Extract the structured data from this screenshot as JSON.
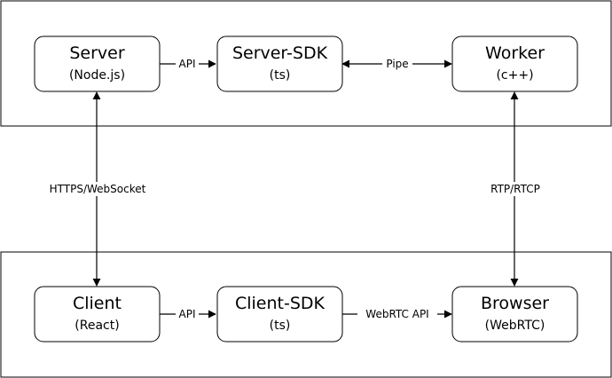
{
  "nodes": {
    "server": {
      "title": "Server",
      "subtitle": "(Node.js)"
    },
    "server_sdk": {
      "title": "Server-SDK",
      "subtitle": "(ts)"
    },
    "worker": {
      "title": "Worker",
      "subtitle": "(c++)"
    },
    "client": {
      "title": "Client",
      "subtitle": "(React)"
    },
    "client_sdk": {
      "title": "Client-SDK",
      "subtitle": "(ts)"
    },
    "browser": {
      "title": "Browser",
      "subtitle": "(WebRTC)"
    }
  },
  "edges": {
    "server_to_server_sdk": "API",
    "server_sdk_worker": "Pipe",
    "client_to_client_sdk": "API",
    "client_sdk_to_browser": "WebRTC API",
    "server_client": "HTTPS/WebSocket",
    "worker_browser": "RTP/RTCP"
  }
}
